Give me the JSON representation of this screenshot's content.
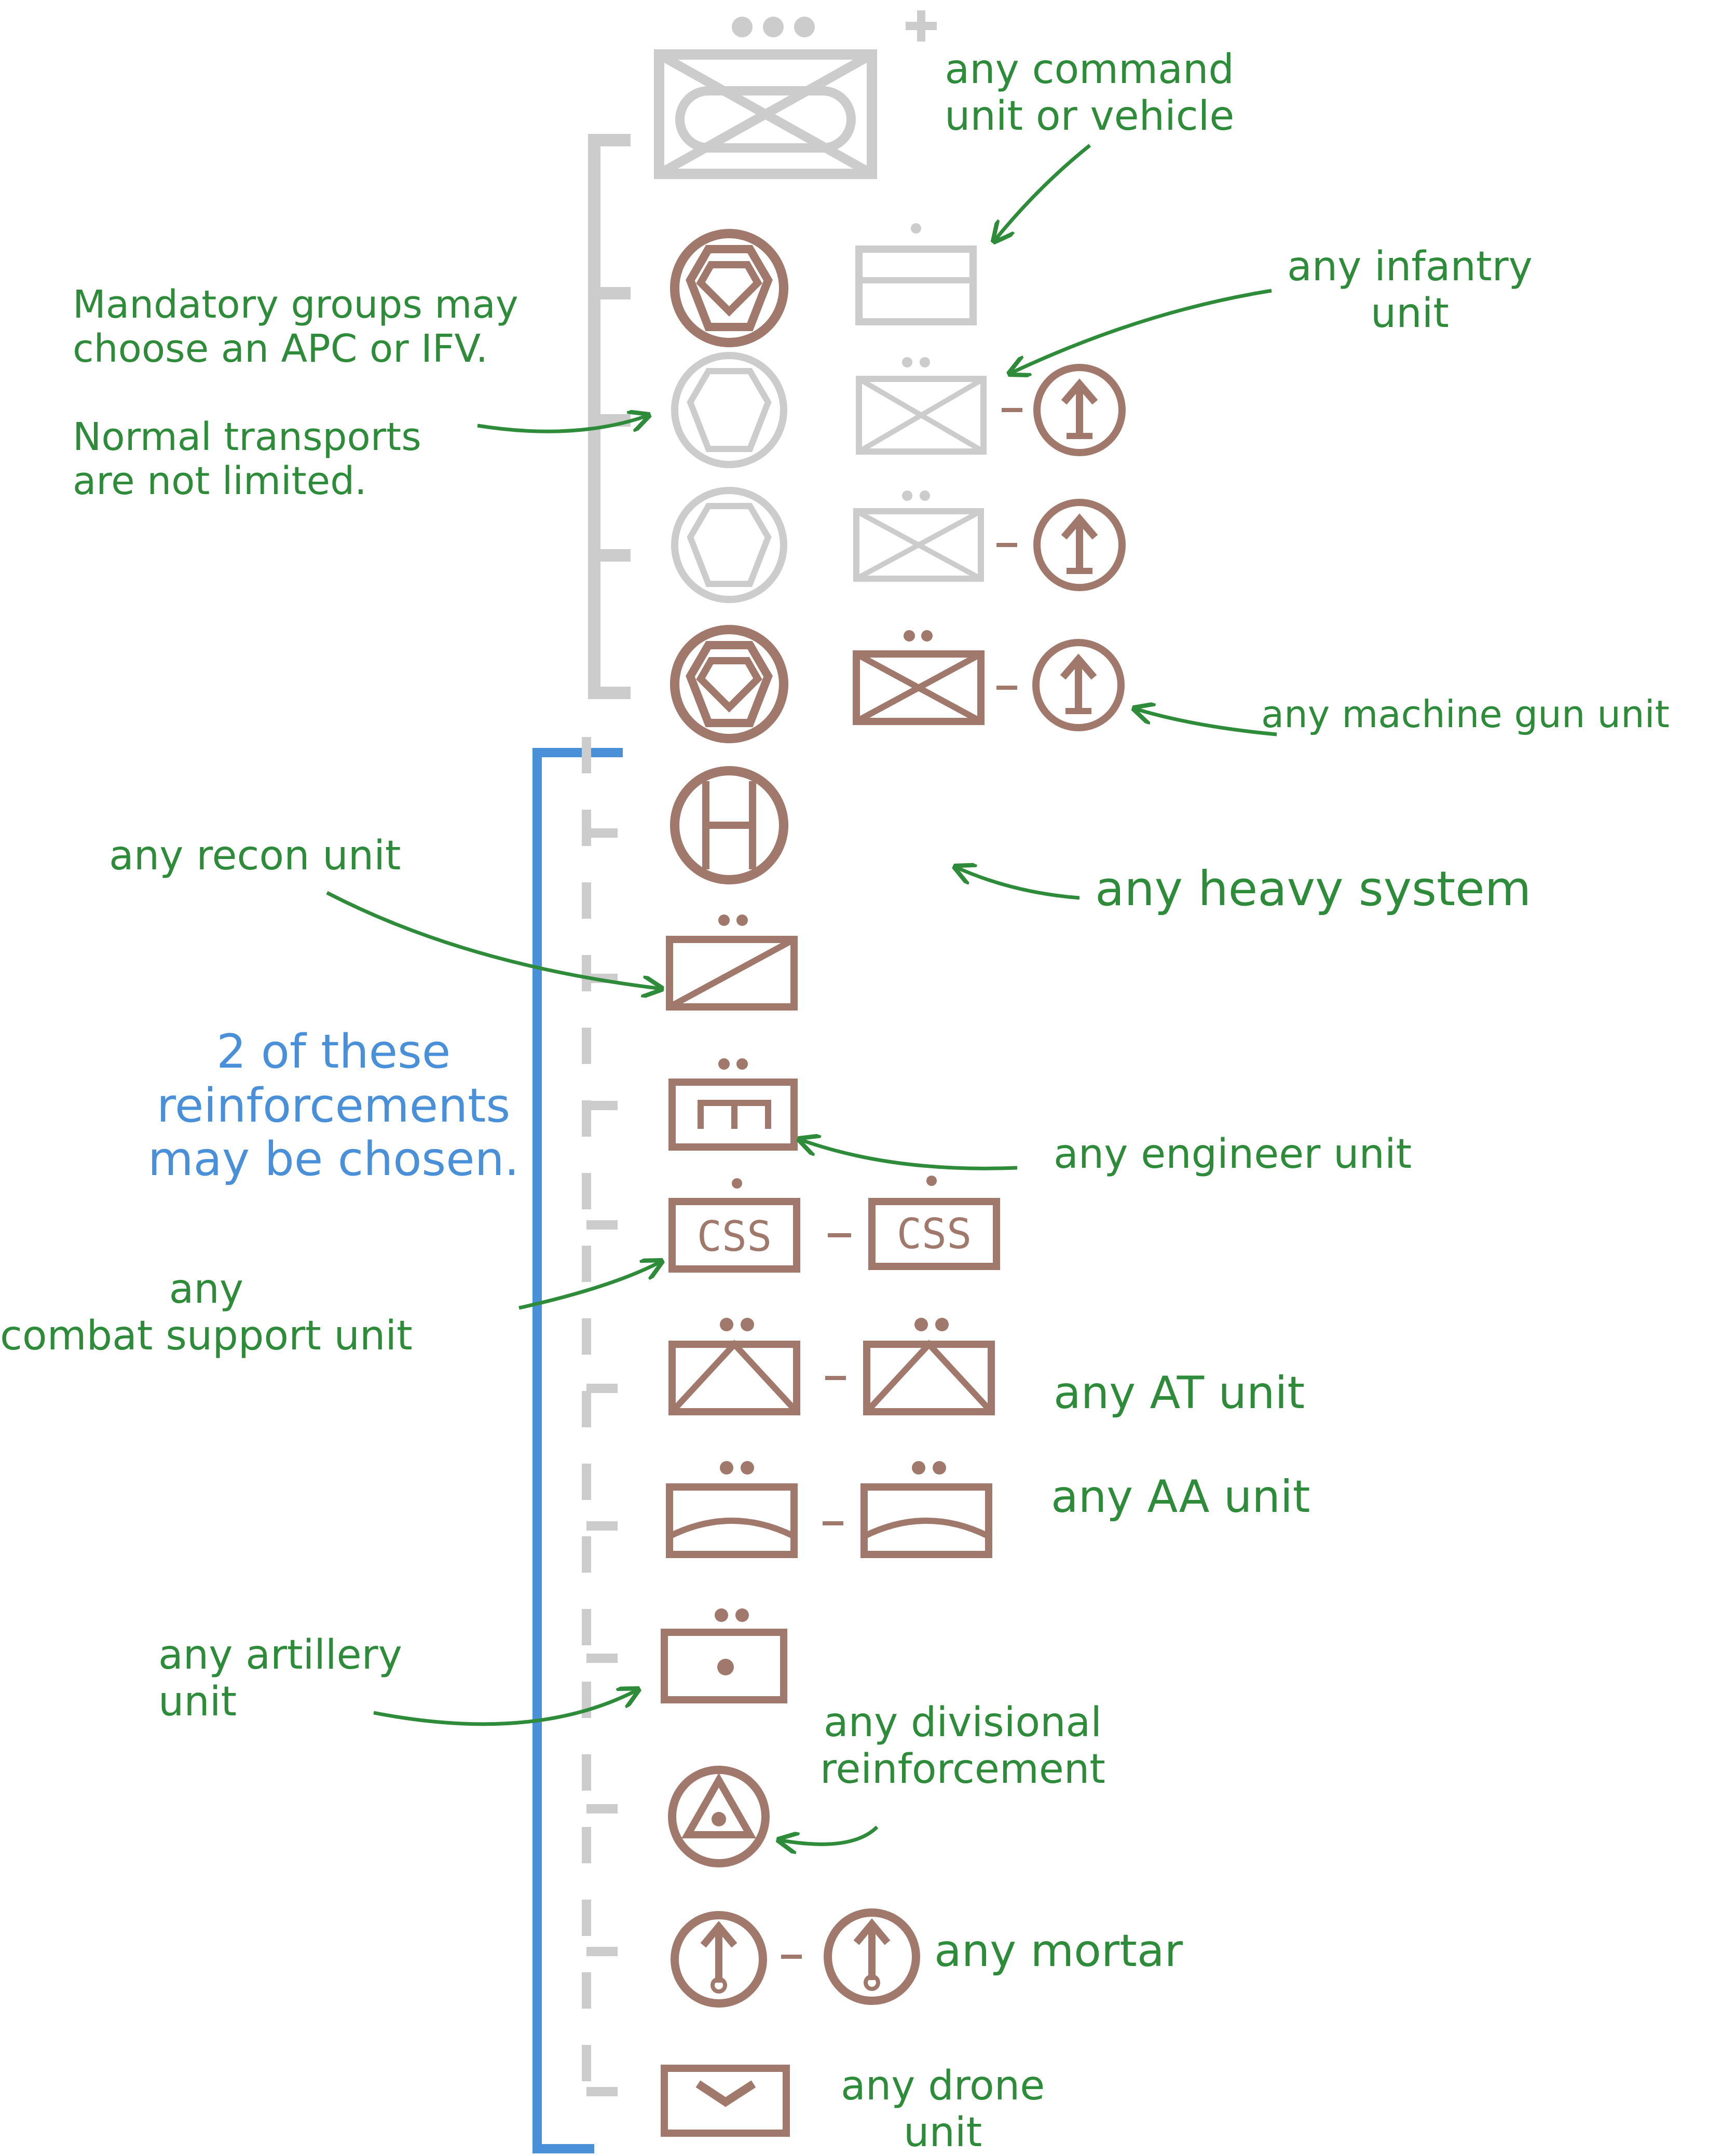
{
  "colors": {
    "unit": "#a0796c",
    "faded": "#cccccc",
    "annotation": "#2e8b3a",
    "reinforcement_bracket": "#4a90d9"
  },
  "icons": {
    "add": "plus-icon",
    "hq": "command-vehicle-icon",
    "transport": "apc-ifv-icon",
    "heavy": "heavy-system-icon",
    "machine_gun": "machine-gun-icon",
    "mortar": "mortar-icon",
    "divisional": "divisional-reinforcement-icon"
  },
  "unit_labels": {
    "css": "CSS"
  },
  "notes": {
    "command": "any command\nunit or vehicle",
    "infantry": "any infantry\nunit",
    "mandatory": "Mandatory groups may\nchoose an APC or IFV.",
    "transports": "Normal transports\nare not limited.",
    "machine_gun": "any machine gun unit",
    "recon": "any recon unit",
    "heavy": "any heavy system",
    "reinforcements": "2 of these\nreinforcements\nmay be chosen.",
    "engineer": "any engineer unit",
    "combat_support": "any\ncombat support unit",
    "at": "any AT unit",
    "aa": "any AA unit",
    "artillery": "any artillery\nunit",
    "divisional": "any divisional\nreinforcement",
    "mortar": "any mortar",
    "drone": "any drone\nunit"
  }
}
